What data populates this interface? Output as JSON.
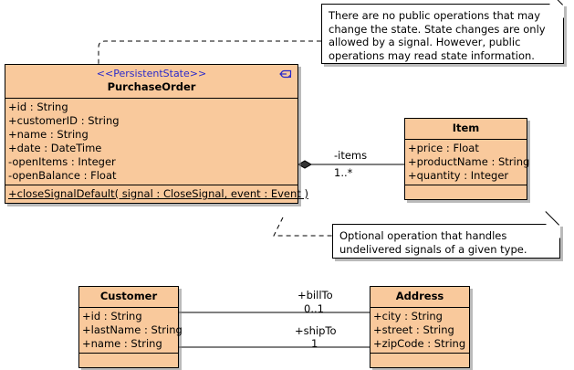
{
  "diagram": {
    "title": "UML Class Diagram",
    "colors": {
      "class_fill": "#f9c99c",
      "class_border": "#000000",
      "stereotype_text": "#2a2aca",
      "note_fill": "#ffffff",
      "background": "#ffffff",
      "line": "#000000"
    }
  },
  "classes": {
    "purchase_order": {
      "stereotype": "<<PersistentState>>",
      "name": "PurchaseOrder",
      "icon": "signal-receiver-icon",
      "attributes": [
        "+id : String",
        "+customerID : String",
        "+name : String",
        "+date : DateTime",
        "-openItems : Integer",
        "-openBalance : Float"
      ],
      "operations": [
        "+closeSignalDefault( signal : CloseSignal, event : Event )"
      ]
    },
    "item": {
      "name": "Item",
      "attributes": [
        "+price : Float",
        "+productName : String",
        "+quantity : Integer"
      ],
      "operations": []
    },
    "customer": {
      "name": "Customer",
      "attributes": [
        "+id : String",
        "+lastName : String",
        "+name : String"
      ],
      "operations": []
    },
    "address": {
      "name": "Address",
      "attributes": [
        "+city : String",
        "+street : String",
        "+zipCode : String"
      ],
      "operations": []
    }
  },
  "notes": [
    {
      "id": "note-state-changes",
      "text": "There are no public operations that may change the state. State changes are only allowed by a signal. However, public operations may read state information."
    },
    {
      "id": "note-optional-operation",
      "text": "Optional operation that handles undelivered signals of a given type."
    }
  ],
  "associations": [
    {
      "id": "purchaseorder-item",
      "from": "PurchaseOrder",
      "to": "Item",
      "kind": "composition",
      "role_label": "-items",
      "multiplicity": "1..*"
    },
    {
      "id": "customer-address-billto",
      "from": "Customer",
      "to": "Address",
      "kind": "association",
      "role_label": "+billTo",
      "multiplicity": "0..1"
    },
    {
      "id": "customer-address-shipto",
      "from": "Customer",
      "to": "Address",
      "kind": "association",
      "role_label": "+shipTo",
      "multiplicity": "1"
    }
  ]
}
